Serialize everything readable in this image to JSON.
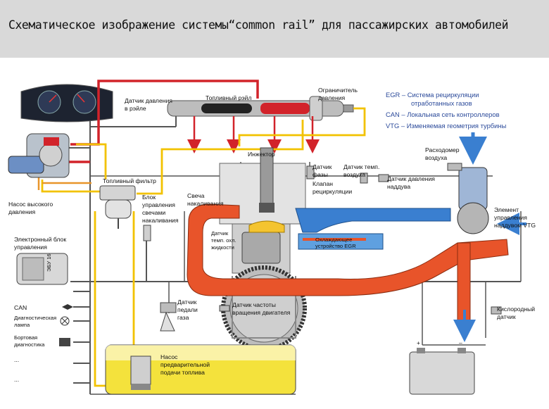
{
  "title": "Схематическое изображение системы“common rail” для пассажирских автомобилей",
  "legend": [
    "EGR – Система рециркуляции",
    "отработанных газов",
    "CAN – Локальная сеть контроллеров",
    "VTG – Изменяемая геометрия турбины"
  ],
  "labels": {
    "rail_pressure_sensor": [
      "Датчик давления",
      "в рэйле"
    ],
    "fuel_rail": "Топливный рэйл",
    "pressure_limiter": [
      "Ограничитель",
      "давления"
    ],
    "high_pressure_pump": [
      "Насос высокого",
      "давления"
    ],
    "fuel_filter": "Топливный фильтр",
    "injector": "Инжектор",
    "phase_sensor": [
      "Датчик",
      "фазы"
    ],
    "air_temp_sensor": [
      "Датчик темп.",
      "воздуха"
    ],
    "egr_valve": [
      "Клапан",
      "рециркуляции"
    ],
    "boost_pressure_sensor": [
      "Датчик давления",
      "наддува"
    ],
    "air_flow_meter": [
      "Расходомер",
      "воздуха"
    ],
    "glow_plug": [
      "Свеча",
      "накаливания"
    ],
    "glow_control_unit": [
      "Блок",
      "управления",
      "свечами",
      "накаливания"
    ],
    "coolant_temp_sensor": [
      "Датчик",
      "темп. охл.",
      "жидкости"
    ],
    "egr_cooler": [
      "Охлаждающее",
      "устройство EGR"
    ],
    "vtg_control": [
      "Элемент",
      "управления",
      "наддувом VTG"
    ],
    "ecu": [
      "Электронный блок",
      "управления"
    ],
    "ecu_badge": "ЭБУ 16",
    "can": "CAN",
    "diag_lamp": [
      "Диагностическая",
      "лампа"
    ],
    "onboard_diag": [
      "Бортовая",
      "диагностика"
    ],
    "ellipsis1": "...",
    "ellipsis2": "...",
    "pedal_sensor": [
      "Датчик",
      "педали",
      "газа"
    ],
    "crank_sensor": [
      "Датчик частоты",
      "вращения двигателя"
    ],
    "lowpressure_pump": [
      "Насос",
      "предварительной",
      "подачи топлива"
    ],
    "oxygen_sensor": [
      "Кислородный",
      "датчик"
    ],
    "battery_plus": "+",
    "battery_minus": "–"
  },
  "colors": {
    "title_bg": "#d9d9d9",
    "high_pressure": "#d2232a",
    "low_pressure": "#f2c200",
    "fuel_tank": "#f4e23c",
    "exhaust": "#e8542a",
    "intake": "#3a7fd0",
    "wire": "#555555",
    "legend_text": "#2b4a9a"
  }
}
